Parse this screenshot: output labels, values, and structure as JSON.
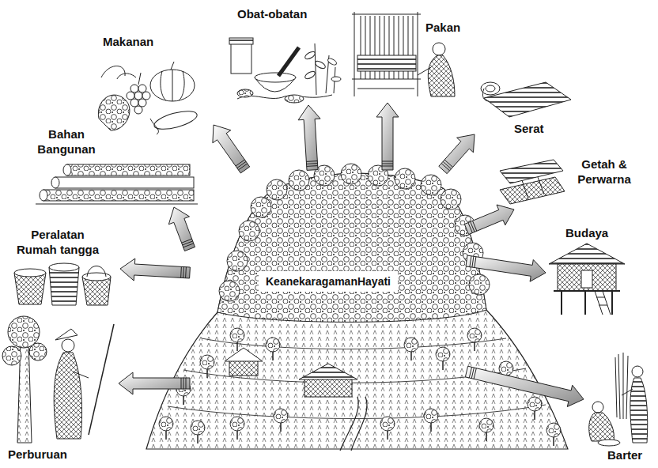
{
  "diagram": {
    "nodes": [
      {
        "text": [
          "KeanekaragamanHayati"
        ]
      },
      {
        "text": [
          "Makanan"
        ]
      },
      {
        "text": [
          "Obat-obatan"
        ]
      },
      {
        "text": [
          "Pakan"
        ]
      },
      {
        "text": [
          "Serat"
        ]
      },
      {
        "text": [
          "Bahan Bangunan"
        ]
      },
      {
        "text": [
          "Getah & Perwarna"
        ]
      },
      {
        "text": [
          "Peralatan Rumah tangga"
        ]
      },
      {
        "text": [
          "Budaya"
        ]
      },
      {
        "text": [
          "Perburuan"
        ]
      },
      {
        "text": [
          "Barter"
        ]
      }
    ],
    "edges": [
      {
        "from": 0,
        "to": 1,
        "arrow": "to"
      },
      {
        "from": 0,
        "to": 2,
        "arrow": "to"
      },
      {
        "from": 0,
        "to": 3,
        "arrow": "to"
      },
      {
        "from": 0,
        "to": 4,
        "arrow": "to"
      },
      {
        "from": 0,
        "to": 5,
        "arrow": "to"
      },
      {
        "from": 0,
        "to": 6,
        "arrow": "to"
      },
      {
        "from": 0,
        "to": 7,
        "arrow": "to"
      },
      {
        "from": 0,
        "to": 8,
        "arrow": "to"
      },
      {
        "from": 0,
        "to": 9,
        "arrow": "to"
      },
      {
        "from": 0,
        "to": 10,
        "arrow": "to"
      }
    ]
  }
}
